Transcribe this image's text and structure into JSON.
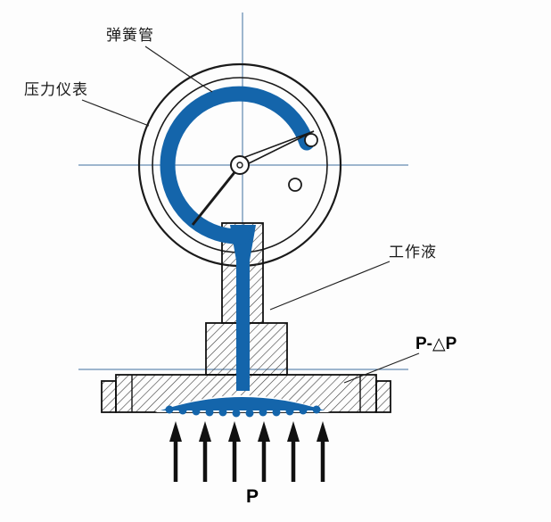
{
  "diagram": {
    "labels": {
      "spring_tube": "弹簧管",
      "pressure_gauge": "压力仪表",
      "working_fluid": "工作液",
      "pressure_differential": "P-△P",
      "pressure": "P"
    },
    "colors": {
      "fluid_blue": "#1465ab",
      "line_black": "#1a1a1a",
      "centerline_blue": "#3f6e9e"
    }
  }
}
